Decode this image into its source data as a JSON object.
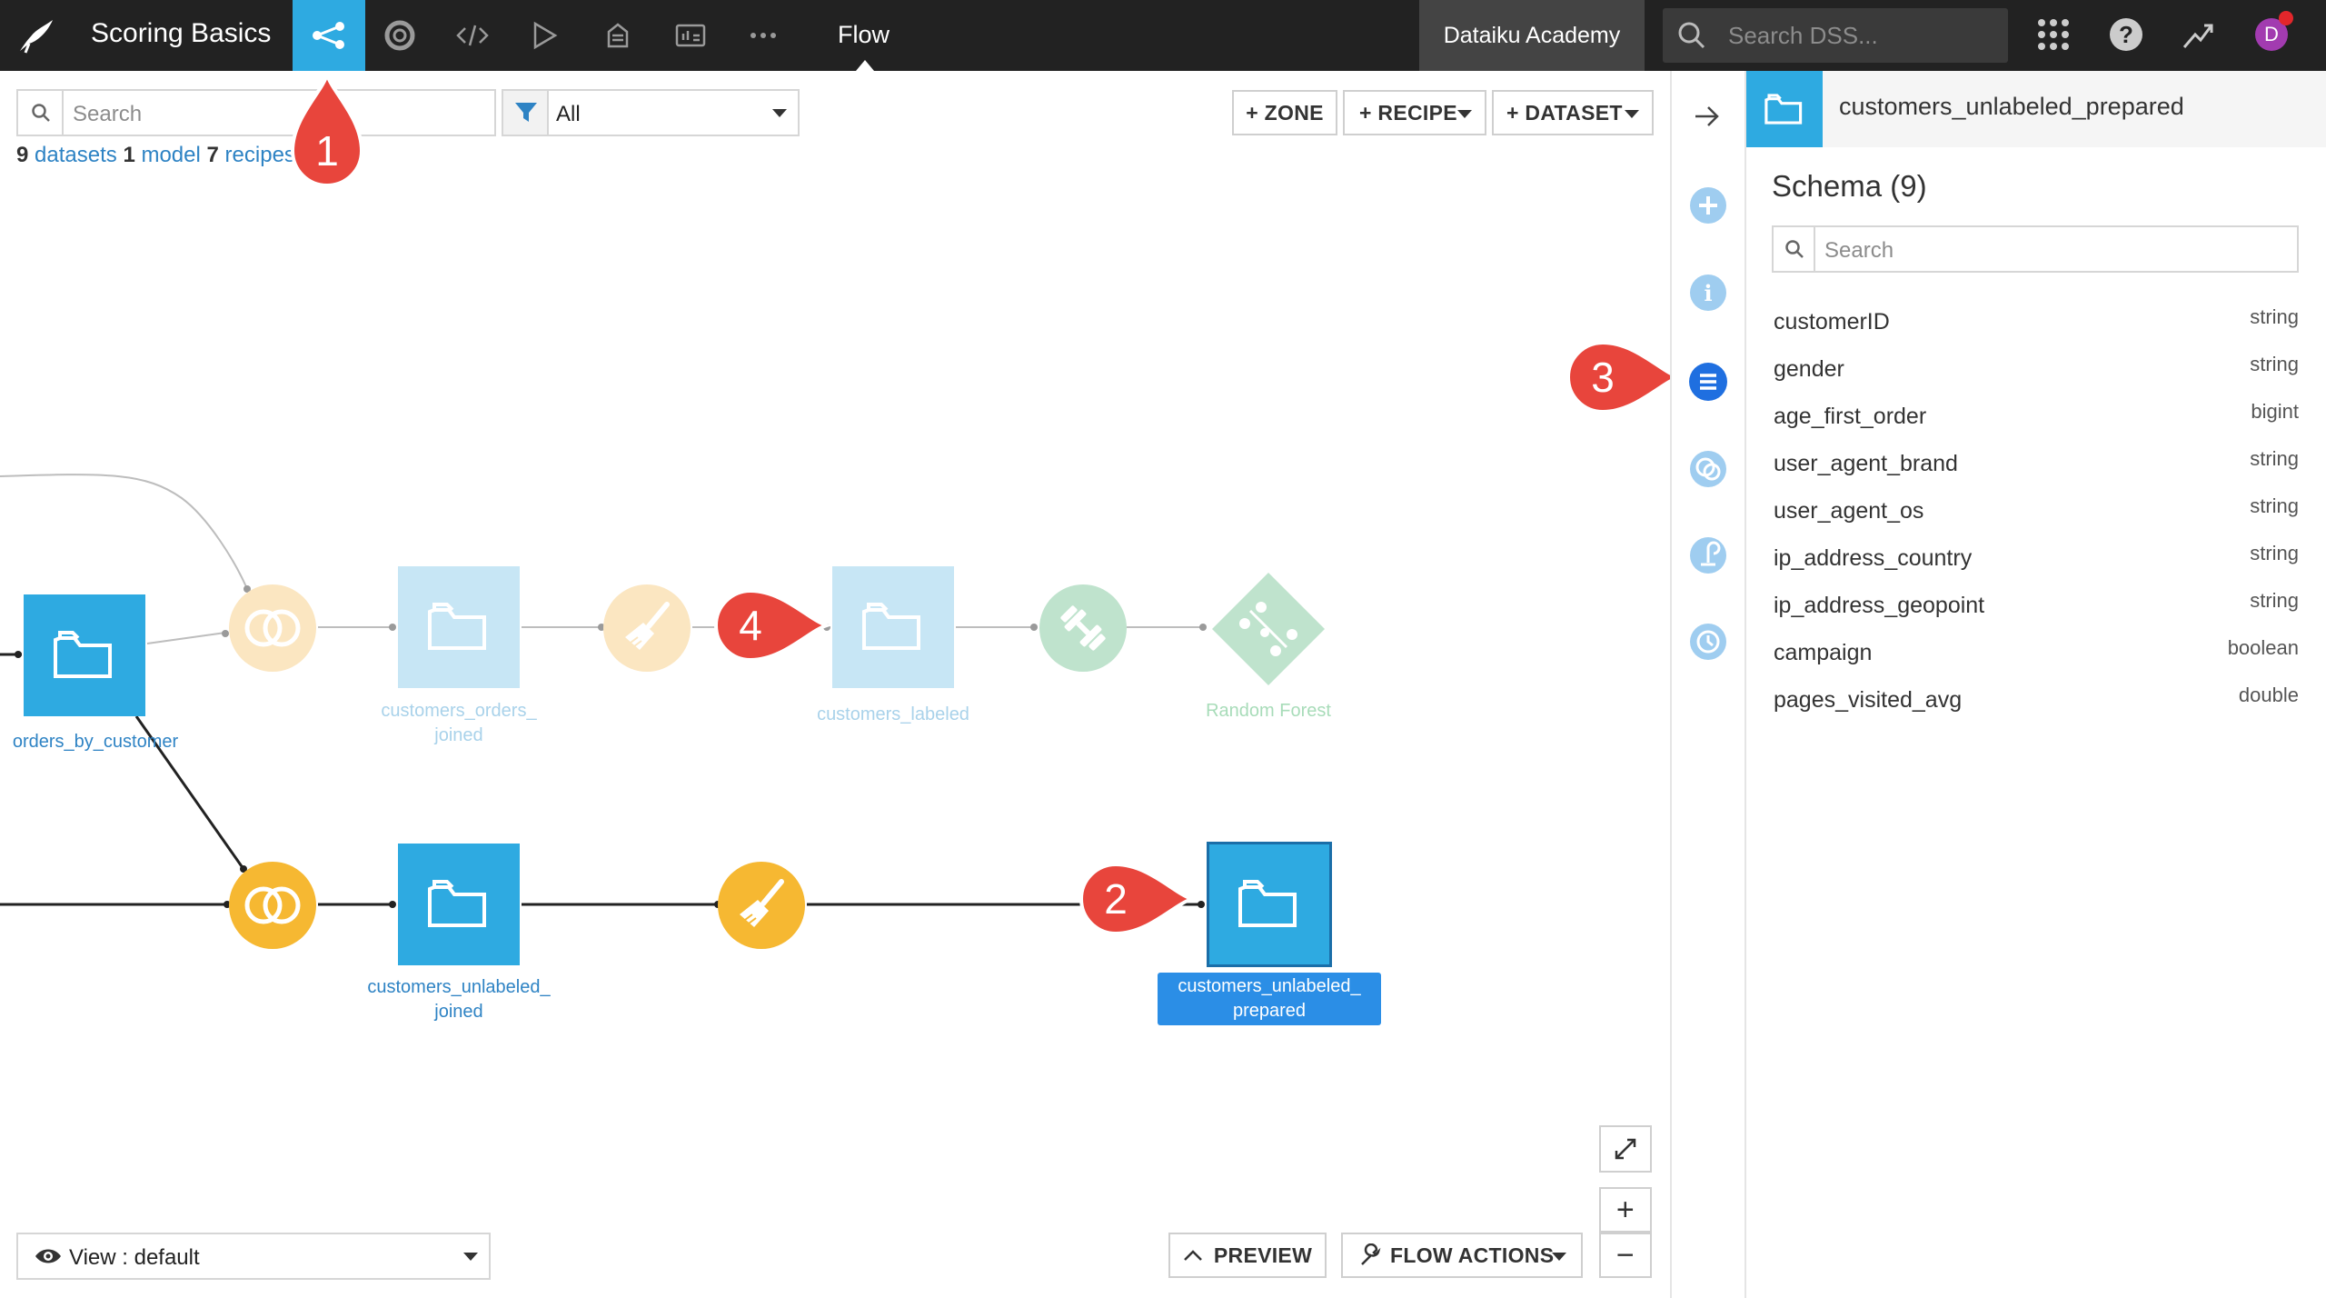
{
  "topbar": {
    "project_title": "Scoring Basics",
    "flow_label": "Flow",
    "instance_label": "Dataiku Academy",
    "search_placeholder": "Search DSS...",
    "avatar_letter": "D"
  },
  "toolbar": {
    "search_placeholder": "Search",
    "filter_value": "All",
    "zone_label": "+ ZONE",
    "recipe_label": "+ RECIPE",
    "dataset_label": "+ DATASET"
  },
  "counts": {
    "datasets_num": "9",
    "datasets_label": "datasets",
    "models_num": "1",
    "models_label": "model",
    "recipes_num": "7",
    "recipes_label": "recipes"
  },
  "flow": {
    "nodes": {
      "orders_by_customer": "orders_by_customer",
      "customers_orders_joined_1": "customers_orders_",
      "customers_orders_joined_2": "joined",
      "customers_labeled": "customers_labeled",
      "random_forest": "Random Forest",
      "customers_unlabeled_joined_1": "customers_unlabeled_",
      "customers_unlabeled_joined_2": "joined",
      "customers_unlabeled_prepared_1": "customers_unlabeled_",
      "customers_unlabeled_prepared_2": "prepared"
    },
    "callouts": [
      "1",
      "2",
      "3",
      "4"
    ]
  },
  "bottom": {
    "view_label": "View : default",
    "preview_label": "PREVIEW",
    "flow_actions_label": "FLOW ACTIONS",
    "zoom_in": "+",
    "zoom_out": "−"
  },
  "panel": {
    "dataset_name": "customers_unlabeled_prepared",
    "schema_title": "Schema (9)",
    "search_placeholder": "Search",
    "columns": [
      {
        "name": "customerID",
        "type": "string"
      },
      {
        "name": "gender",
        "type": "string"
      },
      {
        "name": "age_first_order",
        "type": "bigint"
      },
      {
        "name": "user_agent_brand",
        "type": "string"
      },
      {
        "name": "user_agent_os",
        "type": "string"
      },
      {
        "name": "ip_address_country",
        "type": "string"
      },
      {
        "name": "ip_address_geopoint",
        "type": "string"
      },
      {
        "name": "campaign",
        "type": "boolean"
      },
      {
        "name": "pages_visited_avg",
        "type": "double"
      }
    ]
  },
  "colors": {
    "dataset_blue": "#2eaae1",
    "recipe_yellow": "#f6b832",
    "model_green": "#7cc99b",
    "link_blue": "#2e83c4",
    "callout_red": "#e8453c"
  }
}
